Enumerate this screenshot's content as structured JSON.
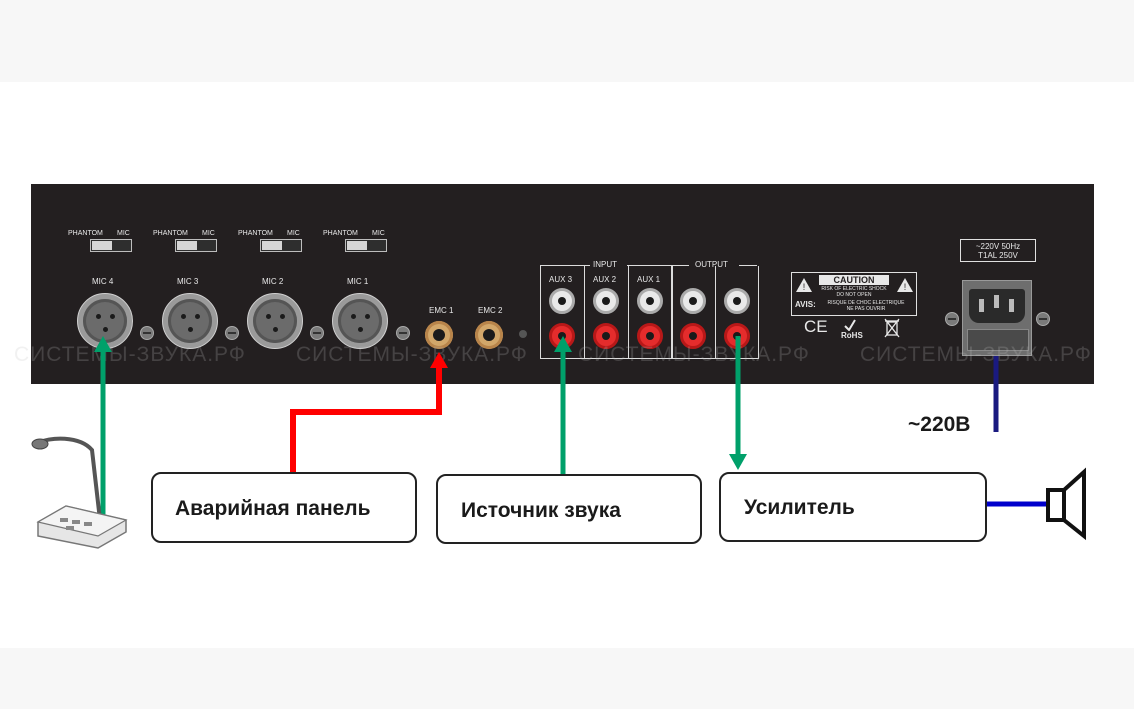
{
  "panel": {
    "switches": [
      {
        "left": "PHANTOM",
        "right": "MIC"
      },
      {
        "left": "PHANTOM",
        "right": "MIC"
      },
      {
        "left": "PHANTOM",
        "right": "MIC"
      },
      {
        "left": "PHANTOM",
        "right": "MIC"
      }
    ],
    "mic_labels": [
      "MIC 4",
      "MIC 3",
      "MIC 2",
      "MIC 1"
    ],
    "emc_labels": [
      "EMC 1",
      "EMC 2"
    ],
    "input_label": "INPUT",
    "output_label": "OUTPUT",
    "aux_labels": [
      "AUX 3",
      "AUX 2",
      "AUX 1"
    ],
    "caution": {
      "title": "CAUTION",
      "line1": "RISK OF ELECTRIC SHOCK",
      "line2": "DO NOT OPEN",
      "avis": "AVIS:",
      "avis_line1": "RISQUE DE CHOC ELECTRIQUE",
      "avis_line2": "NE PAS OUVRIR"
    },
    "cert_marks": [
      "CE",
      "RoHS"
    ],
    "power_rating": {
      "line1": "~220V 50Hz",
      "line2": "T1AL 250V"
    }
  },
  "watermark": "СИСТЕМЫ-ЗВУКА.РФ",
  "boxes": {
    "emergency": "Аварийная панель",
    "source": "Источник звука",
    "amplifier": "Усилитель"
  },
  "power_label": "~220В",
  "colors": {
    "green": "#00a06a",
    "red": "#ff0000",
    "blue": "#0000cc",
    "navy": "#1a1a80",
    "panel": "#231f20"
  },
  "icons": [
    "desk-microphone-icon",
    "loudspeaker-icon",
    "warning-triangle-icon",
    "iec-power-socket-icon",
    "weee-bin-icon"
  ]
}
